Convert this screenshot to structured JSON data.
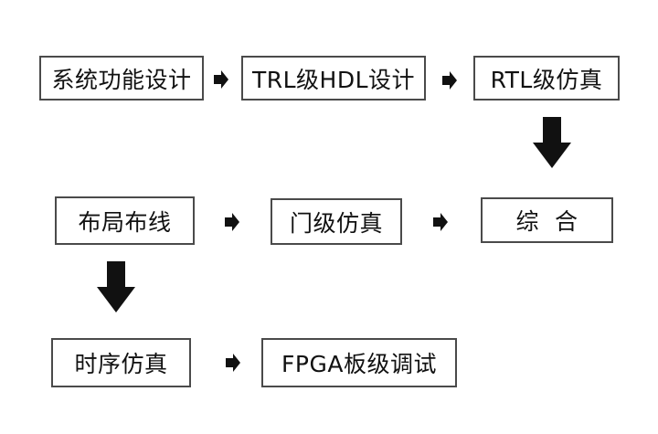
{
  "flow": {
    "row1": {
      "step1": "系统功能设计",
      "step2": "TRL级HDL设计",
      "step3": "RTL级仿真"
    },
    "row2": {
      "step4": "布局布线",
      "step5": "门级仿真",
      "step6": "综  合"
    },
    "row3": {
      "step7": "时序仿真",
      "step8": "FPGA板级调试"
    }
  },
  "colors": {
    "box_border": "#4a4a4a",
    "arrow": "#111111",
    "text": "#111111",
    "background": "#ffffff"
  }
}
